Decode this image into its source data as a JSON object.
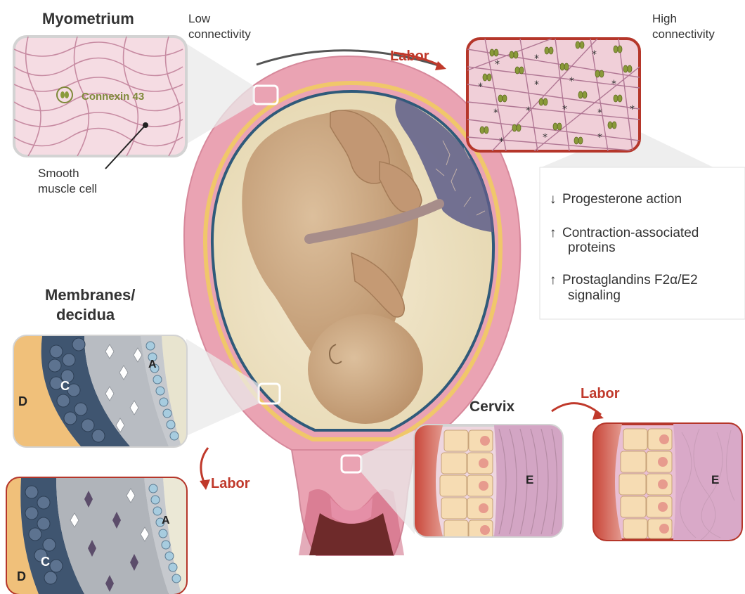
{
  "titles": {
    "myometrium": "Myometrium",
    "membranes_line1": "Membranes/",
    "membranes_line2": "decidua",
    "cervix": "Cervix"
  },
  "labels": {
    "low_connectivity_1": "Low",
    "low_connectivity_2": "connectivity",
    "high_connectivity_1": "High",
    "high_connectivity_2": "connectivity",
    "connexin": "Connexin 43",
    "smooth_1": "Smooth",
    "smooth_2": "muscle cell",
    "labor_top": "Labor",
    "labor_left": "Labor",
    "labor_cervix": "Labor",
    "layer_a": "A",
    "layer_c": "C",
    "layer_d": "D",
    "layer_e": "E"
  },
  "callout": {
    "item1": "Progesterone action",
    "item2_1": "Contraction-associated",
    "item2_2": "proteins",
    "item3_1": "Prostaglandins F2α/E2",
    "item3_2": "signaling",
    "arrow_down": "↓",
    "arrow_up": "↑"
  },
  "colors": {
    "labor_red": "#c0392b",
    "box_border_plain": "#d0d0d0",
    "box_border_red": "#b5362a",
    "uterus_pink": "#eaa3b3",
    "fetus_tan": "#c9a27d",
    "connexin_green": "#8a9a3a"
  }
}
